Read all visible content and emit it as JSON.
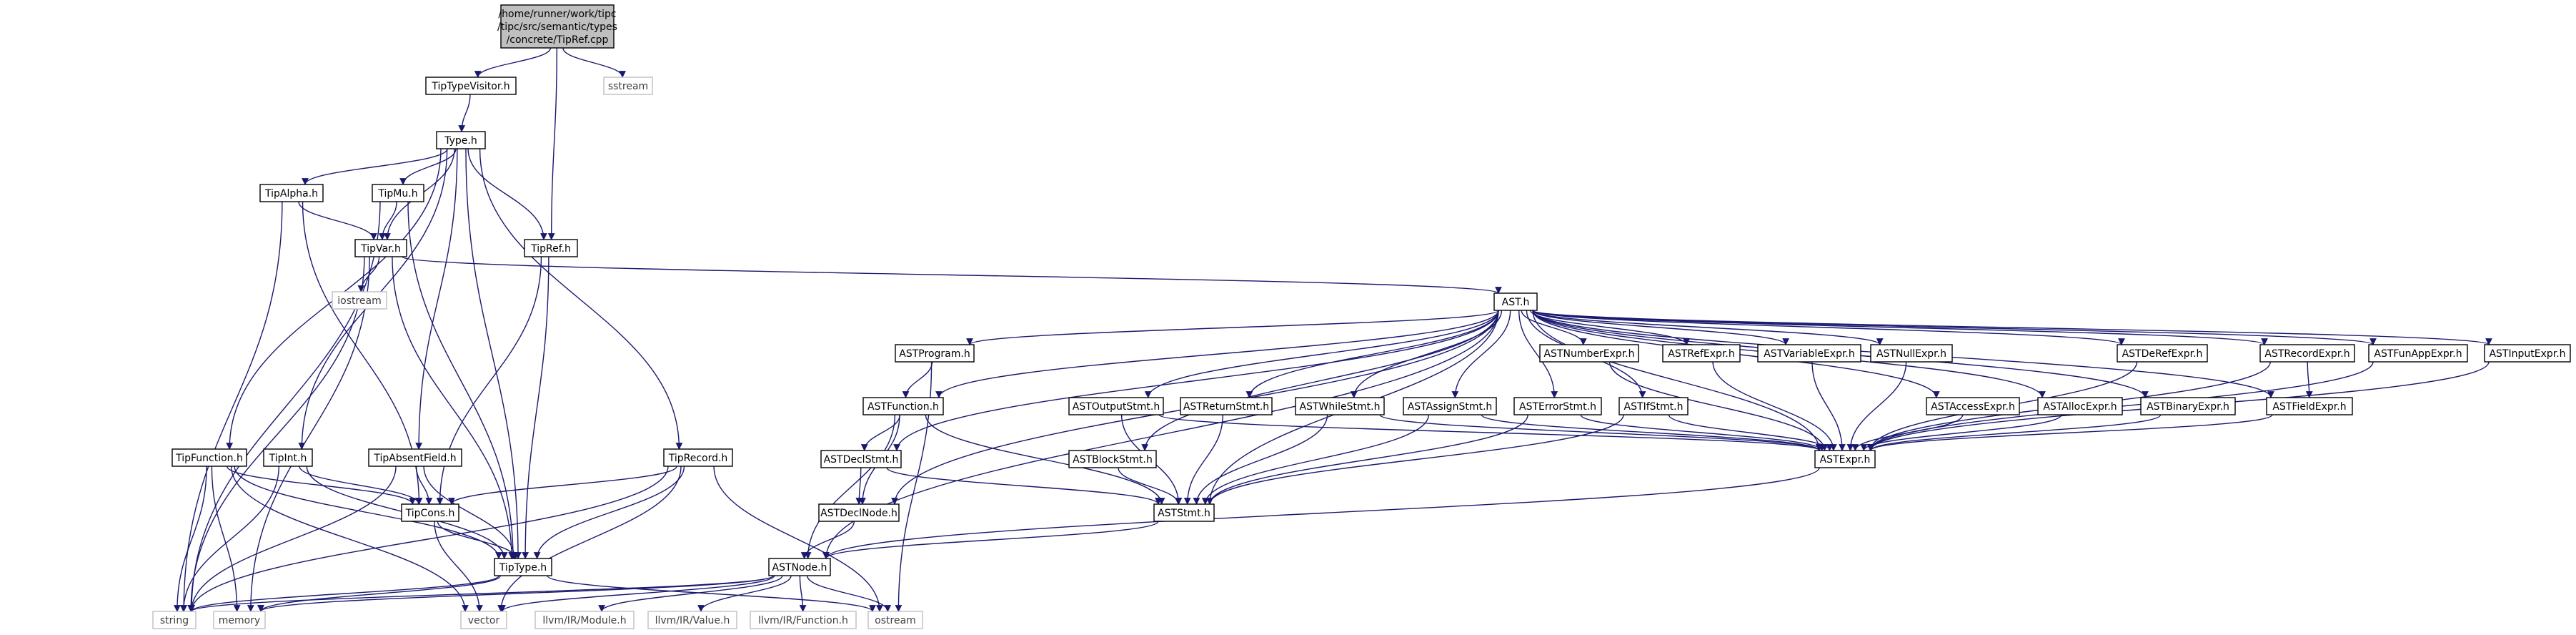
{
  "root": {
    "lines": [
      "/home/runner/work/tipc",
      "/tipc/src/semantic/types",
      "/concrete/TipRef.cpp"
    ]
  },
  "nodes": {
    "sstream": "sstream",
    "TipTypeVisitor": "TipTypeVisitor.h",
    "Type": "Type.h",
    "TipAlpha": "TipAlpha.h",
    "TipMu": "TipMu.h",
    "TipVar": "TipVar.h",
    "TipRef": "TipRef.h",
    "iostream": "iostream",
    "AST": "AST.h",
    "TipFunction": "TipFunction.h",
    "TipInt": "TipInt.h",
    "TipAbsentField": "TipAbsentField.h",
    "TipRecord": "TipRecord.h",
    "TipCons": "TipCons.h",
    "TipType": "TipType.h",
    "string": "string",
    "memory": "memory",
    "vector": "vector",
    "ASTProgram": "ASTProgram.h",
    "ASTFunction": "ASTFunction.h",
    "ASTDeclStmt": "ASTDeclStmt.h",
    "ASTDeclNode": "ASTDeclNode.h",
    "ASTNode": "ASTNode.h",
    "ASTOutputStmt": "ASTOutputStmt.h",
    "ASTBlockStmt": "ASTBlockStmt.h",
    "ASTReturnStmt": "ASTReturnStmt.h",
    "ASTWhileStmt": "ASTWhileStmt.h",
    "ASTAssignStmt": "ASTAssignStmt.h",
    "ASTErrorStmt": "ASTErrorStmt.h",
    "ASTIfStmt": "ASTIfStmt.h",
    "ASTStmt": "ASTStmt.h",
    "ASTNumberExpr": "ASTNumberExpr.h",
    "ASTRefExpr": "ASTRefExpr.h",
    "ASTVariableExpr": "ASTVariableExpr.h",
    "ASTNullExpr": "ASTNullExpr.h",
    "ASTAccessExpr": "ASTAccessExpr.h",
    "ASTAllocExpr": "ASTAllocExpr.h",
    "ASTDeRefExpr": "ASTDeRefExpr.h",
    "ASTBinaryExpr": "ASTBinaryExpr.h",
    "ASTRecordExpr": "ASTRecordExpr.h",
    "ASTFieldExpr": "ASTFieldExpr.h",
    "ASTFunAppExpr": "ASTFunAppExpr.h",
    "ASTInputExpr": "ASTInputExpr.h",
    "ASTExpr": "ASTExpr.h",
    "llvmModule": "llvm/IR/Module.h",
    "llvmValue": "llvm/IR/Value.h",
    "llvmFunction": "llvm/IR/Function.h",
    "ostream": "ostream"
  },
  "edges": [
    [
      "root",
      "TipTypeVisitor"
    ],
    [
      "root",
      "sstream"
    ],
    [
      "root",
      "TipRef"
    ],
    [
      "TipTypeVisitor",
      "Type"
    ],
    [
      "Type",
      "TipAlpha"
    ],
    [
      "Type",
      "TipMu"
    ],
    [
      "Type",
      "TipVar"
    ],
    [
      "Type",
      "TipRef"
    ],
    [
      "Type",
      "TipFunction"
    ],
    [
      "Type",
      "TipInt"
    ],
    [
      "Type",
      "TipAbsentField"
    ],
    [
      "Type",
      "TipRecord"
    ],
    [
      "Type",
      "TipType"
    ],
    [
      "TipAlpha",
      "TipVar"
    ],
    [
      "TipAlpha",
      "TipCons"
    ],
    [
      "TipAlpha",
      "string"
    ],
    [
      "TipMu",
      "TipVar"
    ],
    [
      "TipMu",
      "TipType"
    ],
    [
      "TipMu",
      "string"
    ],
    [
      "TipVar",
      "AST"
    ],
    [
      "TipVar",
      "iostream"
    ],
    [
      "TipVar",
      "TipType"
    ],
    [
      "TipVar",
      "string"
    ],
    [
      "TipVar",
      "memory"
    ],
    [
      "TipRef",
      "TipCons"
    ],
    [
      "TipRef",
      "TipType"
    ],
    [
      "TipFunction",
      "TipCons"
    ],
    [
      "TipFunction",
      "TipType"
    ],
    [
      "TipFunction",
      "string"
    ],
    [
      "TipFunction",
      "memory"
    ],
    [
      "TipFunction",
      "vector"
    ],
    [
      "TipInt",
      "TipCons"
    ],
    [
      "TipInt",
      "TipType"
    ],
    [
      "TipInt",
      "string"
    ],
    [
      "TipAbsentField",
      "TipCons"
    ],
    [
      "TipAbsentField",
      "TipType"
    ],
    [
      "TipAbsentField",
      "string"
    ],
    [
      "TipRecord",
      "TipCons"
    ],
    [
      "TipRecord",
      "TipType"
    ],
    [
      "TipRecord",
      "string"
    ],
    [
      "TipRecord",
      "vector"
    ],
    [
      "TipRecord",
      "ostream"
    ],
    [
      "TipCons",
      "TipType"
    ],
    [
      "TipCons",
      "vector"
    ],
    [
      "TipType",
      "string"
    ],
    [
      "TipType",
      "memory"
    ],
    [
      "TipType",
      "ostream"
    ],
    [
      "AST",
      "ASTProgram"
    ],
    [
      "AST",
      "ASTFunction"
    ],
    [
      "AST",
      "ASTDeclStmt"
    ],
    [
      "AST",
      "ASTDeclNode"
    ],
    [
      "AST",
      "ASTNode"
    ],
    [
      "AST",
      "ASTOutputStmt"
    ],
    [
      "AST",
      "ASTBlockStmt"
    ],
    [
      "AST",
      "ASTReturnStmt"
    ],
    [
      "AST",
      "ASTWhileStmt"
    ],
    [
      "AST",
      "ASTAssignStmt"
    ],
    [
      "AST",
      "ASTErrorStmt"
    ],
    [
      "AST",
      "ASTIfStmt"
    ],
    [
      "AST",
      "ASTStmt"
    ],
    [
      "AST",
      "ASTNumberExpr"
    ],
    [
      "AST",
      "ASTRefExpr"
    ],
    [
      "AST",
      "ASTVariableExpr"
    ],
    [
      "AST",
      "ASTNullExpr"
    ],
    [
      "AST",
      "ASTAccessExpr"
    ],
    [
      "AST",
      "ASTAllocExpr"
    ],
    [
      "AST",
      "ASTDeRefExpr"
    ],
    [
      "AST",
      "ASTBinaryExpr"
    ],
    [
      "AST",
      "ASTRecordExpr"
    ],
    [
      "AST",
      "ASTFieldExpr"
    ],
    [
      "AST",
      "ASTFunAppExpr"
    ],
    [
      "AST",
      "ASTInputExpr"
    ],
    [
      "AST",
      "ASTExpr"
    ],
    [
      "ASTProgram",
      "ASTFunction"
    ],
    [
      "ASTProgram",
      "ostream"
    ],
    [
      "ASTFunction",
      "ASTDeclStmt"
    ],
    [
      "ASTFunction",
      "ASTDeclNode"
    ],
    [
      "ASTFunction",
      "ASTStmt"
    ],
    [
      "ASTFunction",
      "ASTNode"
    ],
    [
      "ASTDeclStmt",
      "ASTDeclNode"
    ],
    [
      "ASTDeclStmt",
      "ASTStmt"
    ],
    [
      "ASTDeclNode",
      "ASTNode"
    ],
    [
      "ASTOutputStmt",
      "ASTStmt"
    ],
    [
      "ASTOutputStmt",
      "ASTExpr"
    ],
    [
      "ASTBlockStmt",
      "ASTStmt"
    ],
    [
      "ASTReturnStmt",
      "ASTStmt"
    ],
    [
      "ASTWhileStmt",
      "ASTStmt"
    ],
    [
      "ASTWhileStmt",
      "ASTExpr"
    ],
    [
      "ASTAssignStmt",
      "ASTStmt"
    ],
    [
      "ASTAssignStmt",
      "ASTExpr"
    ],
    [
      "ASTErrorStmt",
      "ASTStmt"
    ],
    [
      "ASTErrorStmt",
      "ASTExpr"
    ],
    [
      "ASTIfStmt",
      "ASTStmt"
    ],
    [
      "ASTIfStmt",
      "ASTExpr"
    ],
    [
      "ASTStmt",
      "ASTNode"
    ],
    [
      "ASTNumberExpr",
      "ASTExpr"
    ],
    [
      "ASTRefExpr",
      "ASTExpr"
    ],
    [
      "ASTVariableExpr",
      "ASTExpr"
    ],
    [
      "ASTNullExpr",
      "ASTExpr"
    ],
    [
      "ASTAccessExpr",
      "ASTExpr"
    ],
    [
      "ASTAllocExpr",
      "ASTExpr"
    ],
    [
      "ASTDeRefExpr",
      "ASTExpr"
    ],
    [
      "ASTBinaryExpr",
      "ASTExpr"
    ],
    [
      "ASTRecordExpr",
      "ASTFieldExpr"
    ],
    [
      "ASTRecordExpr",
      "ASTExpr"
    ],
    [
      "ASTFieldExpr",
      "ASTExpr"
    ],
    [
      "ASTFunAppExpr",
      "ASTExpr"
    ],
    [
      "ASTInputExpr",
      "ASTExpr"
    ],
    [
      "ASTExpr",
      "ASTNode"
    ],
    [
      "ASTNode",
      "string"
    ],
    [
      "ASTNode",
      "memory"
    ],
    [
      "ASTNode",
      "vector"
    ],
    [
      "ASTNode",
      "llvmModule"
    ],
    [
      "ASTNode",
      "llvmValue"
    ],
    [
      "ASTNode",
      "llvmFunction"
    ],
    [
      "ASTNode",
      "ostream"
    ]
  ],
  "colors": {
    "edge": "#191970",
    "root_fill": "#bfbfbf",
    "system_border": "#bfbfbf",
    "local_border": "#000000"
  }
}
